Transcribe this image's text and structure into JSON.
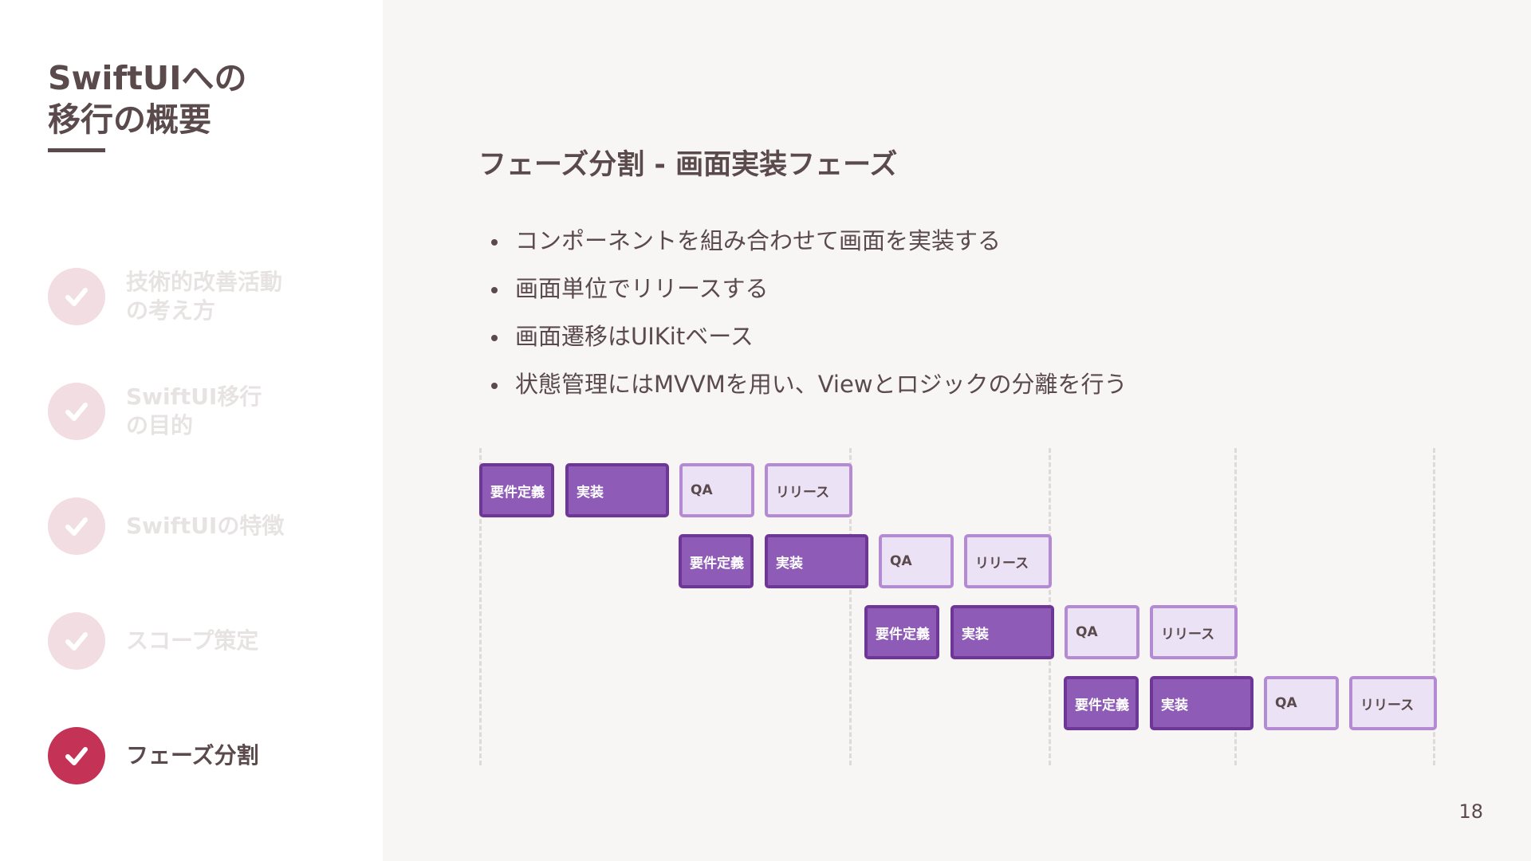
{
  "sidebar": {
    "title_line1": "SwiftUIへの",
    "title_line2": "移行の概要",
    "items": [
      {
        "label": "技術的改善活動\nの考え方",
        "active": false
      },
      {
        "label": "SwiftUI移行\nの目的",
        "active": false
      },
      {
        "label": "SwiftUIの特徴",
        "active": false
      },
      {
        "label": "スコープ策定",
        "active": false
      },
      {
        "label": "フェーズ分割",
        "active": true
      }
    ]
  },
  "main": {
    "heading": "フェーズ分割 - 画面実装フェーズ",
    "bullets": [
      "コンポーネントを組み合わせて画面を実装する",
      "画面単位でリリースする",
      "画面遷移はUIKitベース",
      "状態管理にはMVVMを用い、Viewとロジックの分離を行う"
    ]
  },
  "timeline": {
    "rows": [
      {
        "tasks": [
          {
            "label": "要件定義",
            "kind": "dark"
          },
          {
            "label": "実装",
            "kind": "dark"
          },
          {
            "label": "QA",
            "kind": "light"
          },
          {
            "label": "リリース",
            "kind": "light"
          }
        ]
      },
      {
        "tasks": [
          {
            "label": "要件定義",
            "kind": "dark"
          },
          {
            "label": "実装",
            "kind": "dark"
          },
          {
            "label": "QA",
            "kind": "light"
          },
          {
            "label": "リリース",
            "kind": "light"
          }
        ]
      },
      {
        "tasks": [
          {
            "label": "要件定義",
            "kind": "dark"
          },
          {
            "label": "実装",
            "kind": "dark"
          },
          {
            "label": "QA",
            "kind": "light"
          },
          {
            "label": "リリース",
            "kind": "light"
          }
        ]
      },
      {
        "tasks": [
          {
            "label": "要件定義",
            "kind": "dark"
          },
          {
            "label": "実装",
            "kind": "dark"
          },
          {
            "label": "QA",
            "kind": "light"
          },
          {
            "label": "リリース",
            "kind": "light"
          }
        ]
      }
    ]
  },
  "page_number": "18",
  "colors": {
    "accent": "#c43256",
    "text": "#5a4a4c",
    "task_dark": "#8e5cb7",
    "task_light": "#ece2f6"
  }
}
